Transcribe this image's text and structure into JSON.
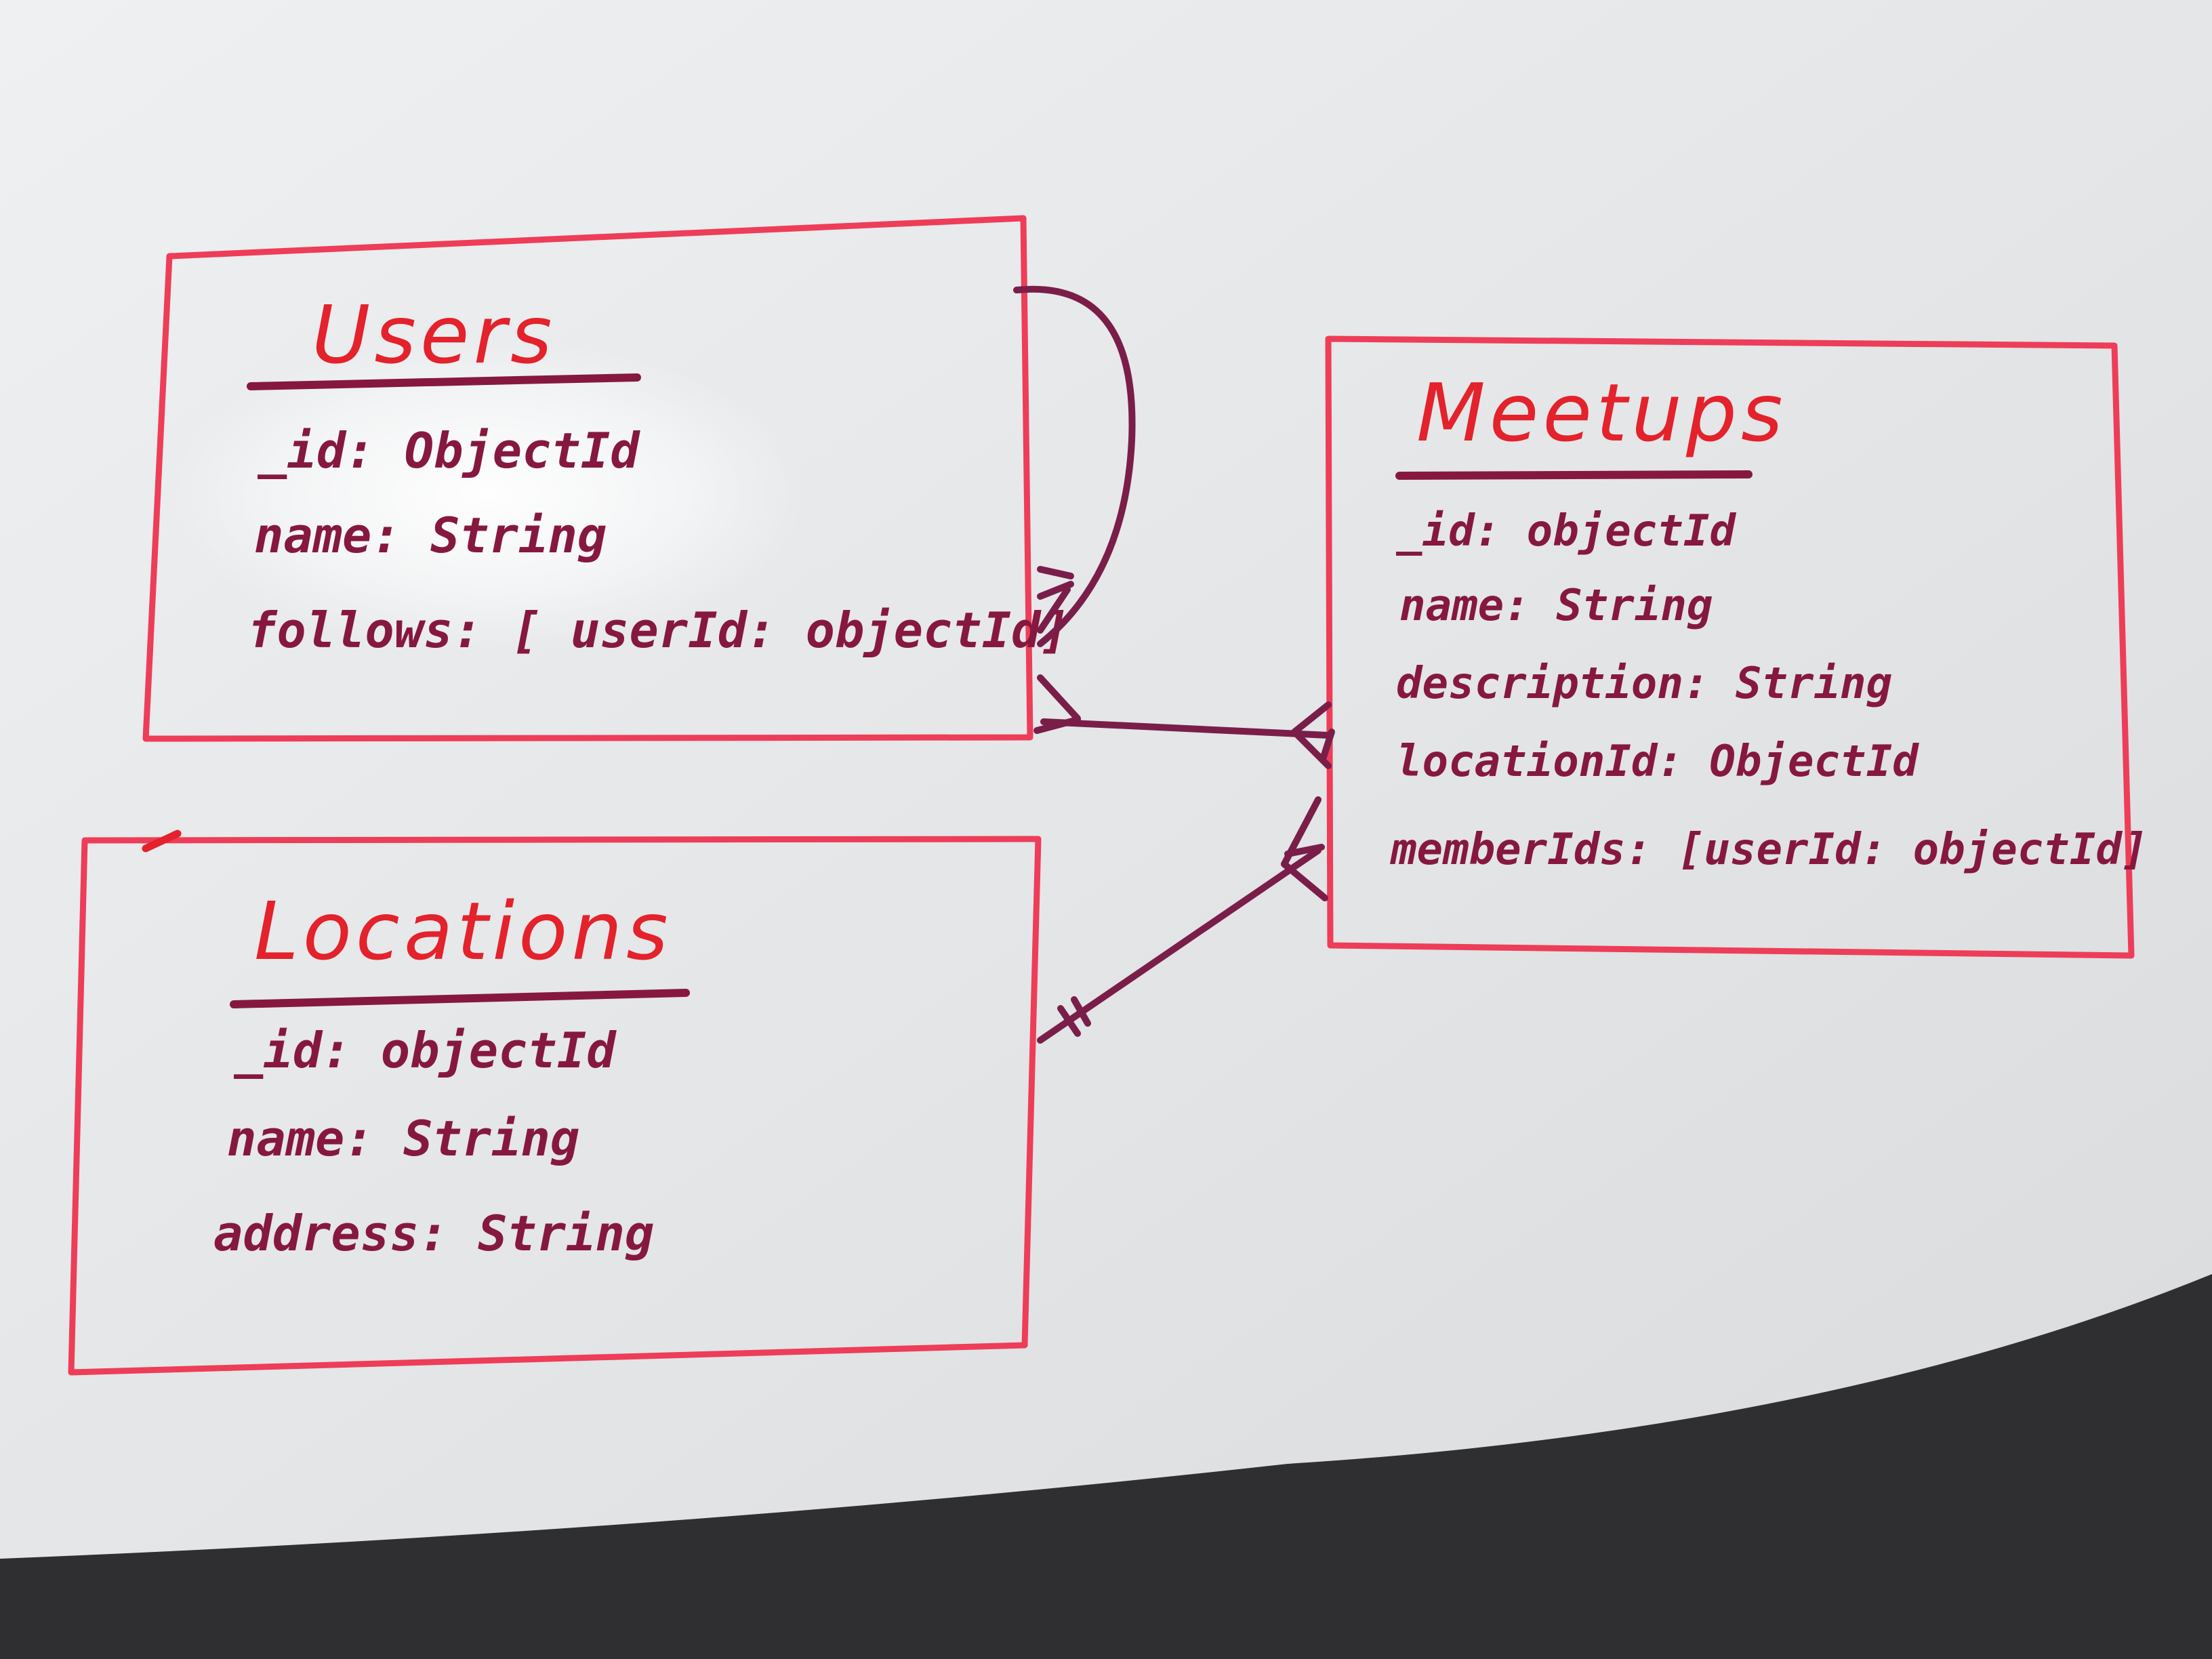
{
  "colors": {
    "box_outline": "#ee3d58",
    "title_red": "#e3222b",
    "field_maroon": "#86183f",
    "connector": "#7a1e49",
    "whiteboard": "#e6e7e9"
  },
  "entities": {
    "users": {
      "title": "Users",
      "fields": [
        "_id: ObjectId",
        "name: String",
        "follows: [ userId: objectId]"
      ]
    },
    "meetups": {
      "title": "Meetups",
      "fields": [
        "_id: objectId",
        "name: String",
        "description: String",
        "locationId: ObjectId",
        "memberIds: [userId: objectId]"
      ]
    },
    "locations": {
      "title": "Locations",
      "fields": [
        "_id: objectId",
        "name: String",
        "address: String"
      ]
    }
  },
  "relationships": [
    {
      "from": "users",
      "to": "users",
      "cardinality": "many-to-many (self)"
    },
    {
      "from": "users",
      "to": "meetups",
      "cardinality": "many-to-many"
    },
    {
      "from": "locations",
      "to": "meetups",
      "cardinality": "one-to-many"
    }
  ]
}
